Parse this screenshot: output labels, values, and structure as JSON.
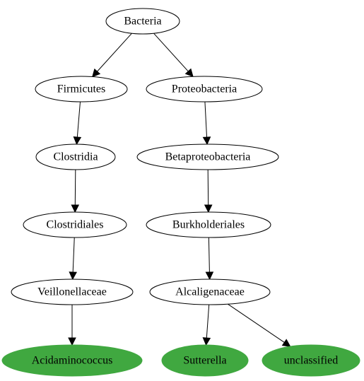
{
  "colors": {
    "internal_fill": "#ffffff",
    "leaf_fill": "#40a840",
    "stroke": "#000000"
  },
  "nodes": {
    "bacteria": "Bacteria",
    "firmicutes": "Firmicutes",
    "proteobacteria": "Proteobacteria",
    "clostridia": "Clostridia",
    "betaproteobacteria": "Betaproteobacteria",
    "clostridiales": "Clostridiales",
    "burkholderiales": "Burkholderiales",
    "veillonellaceae": "Veillonellaceae",
    "alcaligenaceae": "Alcaligenaceae",
    "acidaminococcus": "Acidaminococcus",
    "sutterella": "Sutterella",
    "unclassified": "unclassified"
  },
  "edges": [
    [
      "bacteria",
      "firmicutes"
    ],
    [
      "bacteria",
      "proteobacteria"
    ],
    [
      "firmicutes",
      "clostridia"
    ],
    [
      "clostridia",
      "clostridiales"
    ],
    [
      "clostridiales",
      "veillonellaceae"
    ],
    [
      "veillonellaceae",
      "acidaminococcus"
    ],
    [
      "proteobacteria",
      "betaproteobacteria"
    ],
    [
      "betaproteobacteria",
      "burkholderiales"
    ],
    [
      "burkholderiales",
      "alcaligenaceae"
    ],
    [
      "alcaligenaceae",
      "sutterella"
    ],
    [
      "alcaligenaceae",
      "unclassified"
    ]
  ],
  "leaves": [
    "acidaminococcus",
    "sutterella",
    "unclassified"
  ]
}
